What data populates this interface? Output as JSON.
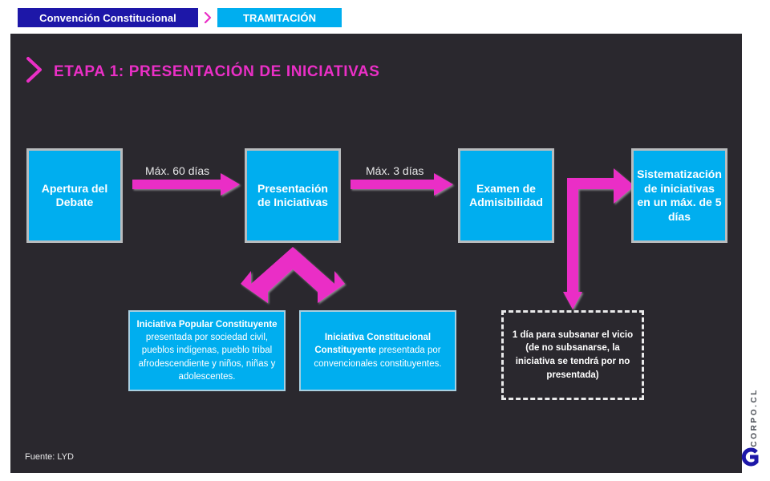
{
  "breadcrumb": {
    "primary_label": "Convención Constitucional",
    "separator_icon": "chevron-right-icon",
    "secondary_label": "TRAMITACIÓN"
  },
  "slide": {
    "background_color": "#2a282e",
    "heading": {
      "chevron_icon": "chevron-right-icon",
      "title": "ETAPA 1: PRESENTACIÓN  DE INICIATIVAS",
      "color": "#ea2fc6"
    },
    "colors": {
      "accent_cyan": "#00aeef",
      "accent_magenta": "#ea2fc6",
      "brand_blue": "#1d17a8",
      "box_border": "#b9bcbe",
      "text_light": "#e7e7e8"
    },
    "process_boxes": [
      {
        "id": "apertura",
        "label": "Apertura del Debate"
      },
      {
        "id": "presentacion",
        "label": "Presentación de Iniciativas"
      },
      {
        "id": "examen",
        "label": "Examen de Admisibilidad"
      },
      {
        "id": "sistematizacion",
        "label": "Sistematización de iniciativas en un máx. de 5 días"
      }
    ],
    "arrow_labels": [
      {
        "id": "apertura-to-presentacion",
        "text": "Máx. 60 días"
      },
      {
        "id": "presentacion-to-examen",
        "text": "Máx. 3 días"
      }
    ],
    "detail_boxes": [
      {
        "id": "iniciativa-popular",
        "bold": "Iniciativa  Popular  Constituyente",
        "rest": " presentada por sociedad civil, pueblos indígenas, pueblo tribal afrodescendiente y niños, niñas y adolescentes."
      },
      {
        "id": "iniciativa-constitucional",
        "bold": "Iniciativa  Constitucional Constituyente",
        "rest": " presentada por convencionales constituyentes."
      }
    ],
    "subsanar_box": {
      "text": "1 día para subsanar el vicio (de no subsanarse, la iniciativa  se tendrá por no presentada)",
      "border_style": "dashed"
    },
    "source": "Fuente: LYD"
  },
  "logo": {
    "text": "CORPO.CL",
    "mark_icon": "corpo-c-icon",
    "color": "#1d17a8"
  }
}
